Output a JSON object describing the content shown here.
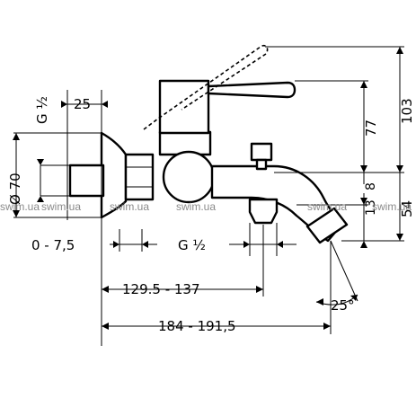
{
  "dimensions": {
    "d25": "25",
    "thread_left": "G ½",
    "d70": "Ø 70",
    "offset": "0 - 7,5",
    "thread_bottom": "G ½",
    "d129": "129.5 - 137",
    "d184": "184 - 191,5",
    "d103": "103",
    "d77": "77",
    "d8": "8",
    "d13": "13",
    "d54": "54",
    "angle": "25°"
  },
  "watermark": "swim.ua",
  "watermark_count": 6
}
